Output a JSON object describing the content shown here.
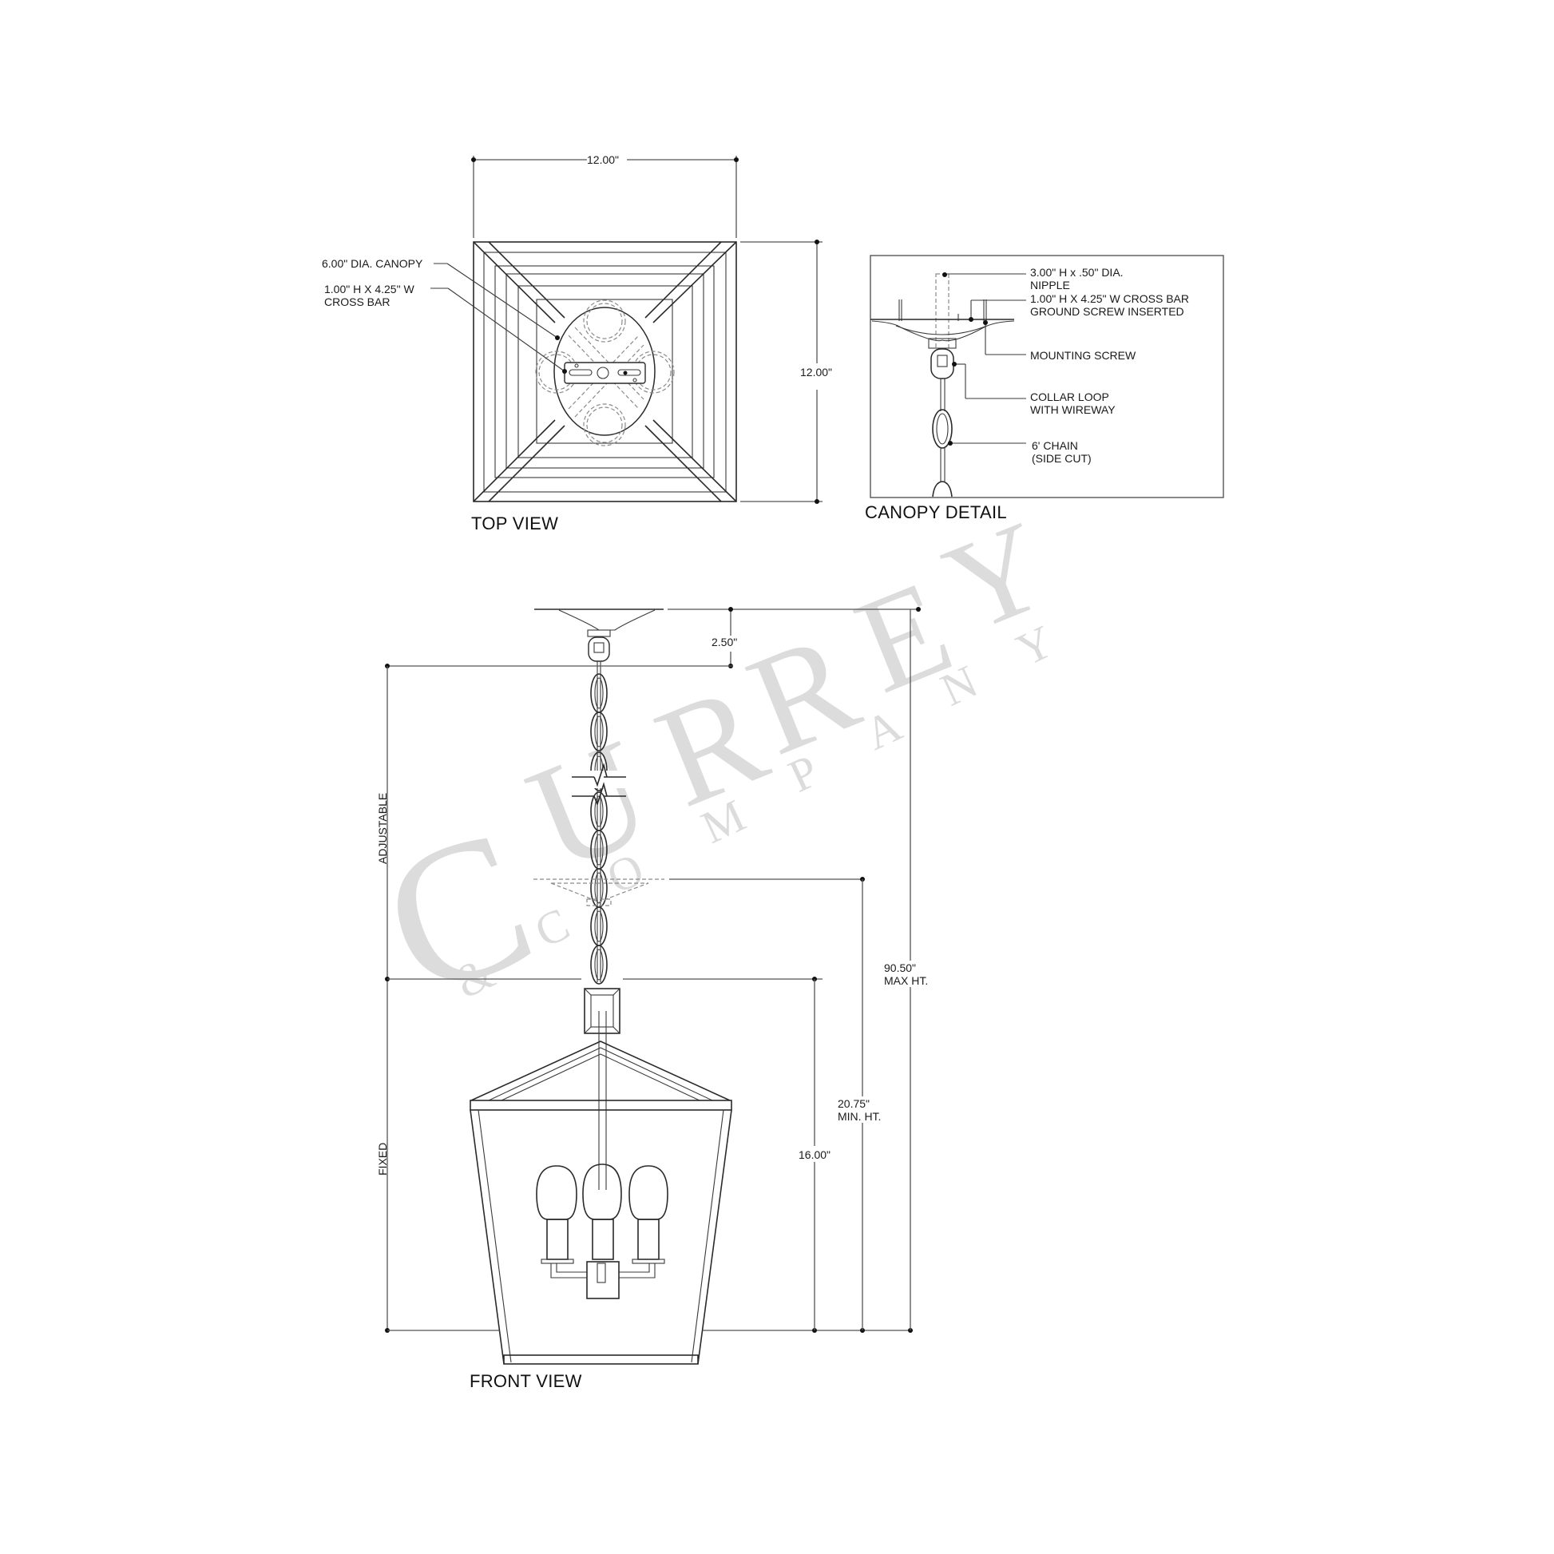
{
  "watermark": {
    "big_letters": [
      "C",
      "U",
      "R",
      "R",
      "E",
      "Y"
    ],
    "small_letters": [
      "&",
      "C",
      "O",
      "M",
      "P",
      "A",
      "N",
      "Y"
    ],
    "color": "#dcdcdc"
  },
  "top_view": {
    "title": "TOP VIEW",
    "width_dim": "12.00\"",
    "height_dim": "12.00\"",
    "callouts": [
      {
        "text": "6.00\" DIA. CANOPY"
      },
      {
        "text": "1.00\" H X 4.25\" W\nCROSS BAR"
      }
    ]
  },
  "canopy_detail": {
    "title": "CANOPY DETAIL",
    "callouts": [
      {
        "text": "3.00\" H x .50\" DIA.\nNIPPLE"
      },
      {
        "text": "1.00\" H X 4.25\" W CROSS BAR\nGROUND SCREW INSERTED"
      },
      {
        "text": "MOUNTING SCREW"
      },
      {
        "text": "COLLAR LOOP\nWITH WIREWAY"
      },
      {
        "text": "6' CHAIN\n(SIDE CUT)"
      }
    ]
  },
  "front_view": {
    "title": "FRONT VIEW",
    "canopy_height_dim": "2.50\"",
    "adjustable_label": "ADJUSTABLE",
    "fixed_label": "FIXED",
    "fixed_dim": "16.00\"",
    "min_height": {
      "value": "20.75\"",
      "label": "MIN. HT."
    },
    "max_height": {
      "value": "90.50\"",
      "label": "MAX HT."
    },
    "bulb_count": 3
  }
}
